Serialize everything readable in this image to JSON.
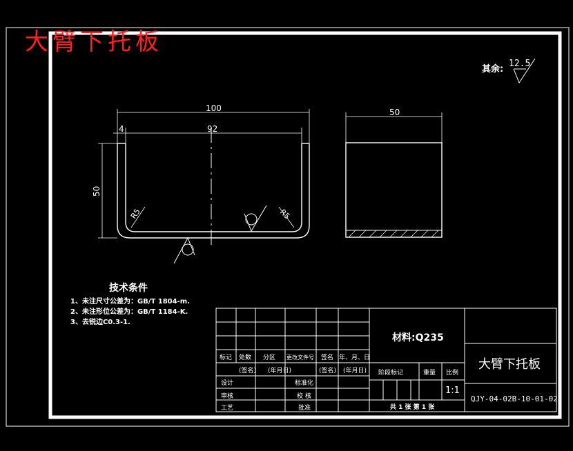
{
  "header": {
    "title": "大臂下托板"
  },
  "roughness": {
    "label": "其余:",
    "value": "12.5"
  },
  "front_view": {
    "dims": {
      "width_total": "100",
      "width_inner": "92",
      "thickness": "4",
      "height": "50"
    },
    "radius_left": "R5",
    "radius_right": "R5"
  },
  "side_view": {
    "dims": {
      "width": "50"
    }
  },
  "notes": {
    "title": "技术条件",
    "items": [
      "1、未注尺寸公差为：GB/T 1804-m.",
      "2、未注形位公差为：GB/T 1184-K.",
      "3、去锐边C0.3-1."
    ]
  },
  "title_block": {
    "material": "材料:Q235",
    "part_name": "大臂下托板",
    "drawing_no": "QJY-04-02B-10-01-02",
    "scale_label": "比例",
    "scale": "1:1",
    "weight_label": "重量",
    "stage_label": "阶段标记",
    "sheets": "共 1 张  第 1 张",
    "rev_headers": [
      "标记",
      "处数",
      "分区",
      "更改文件号",
      "签名",
      "年、月、日"
    ],
    "sign_row": [
      "(签名)",
      "(年月日)",
      "(签名)",
      "(年月日)"
    ],
    "roles": [
      "设计",
      "审核",
      "工艺"
    ],
    "roles_right": [
      "标准化",
      "校 核",
      "批准"
    ]
  }
}
